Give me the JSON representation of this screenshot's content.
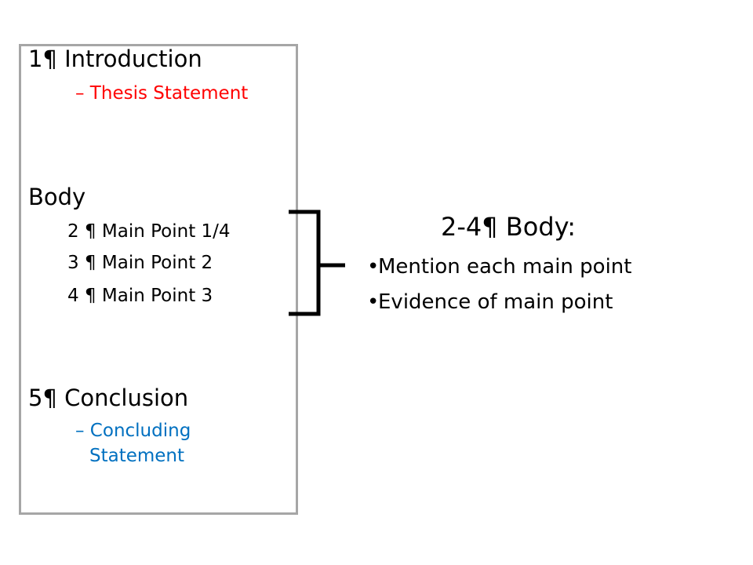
{
  "outline": {
    "intro": {
      "label": "1¶ Introduction",
      "sub": "– Thesis Statement",
      "sub_color": "#ff0000"
    },
    "body": {
      "label": "Body",
      "items": [
        "2 ¶ Main Point 1/4",
        "3 ¶ Main Point 2",
        "4 ¶ Main Point 3"
      ]
    },
    "conclusion": {
      "label": "5¶ Conclusion",
      "sub_line1": "– Concluding",
      "sub_line2": "Statement",
      "sub_color": "#0070c0"
    }
  },
  "body_note": {
    "title": "2-4¶ Body:",
    "bullet_glyph": "•",
    "bullets": [
      "Mention each main point",
      "Evidence of main point"
    ]
  },
  "colors": {
    "box_border": "#a6a6a6",
    "bracket": "#000000"
  }
}
